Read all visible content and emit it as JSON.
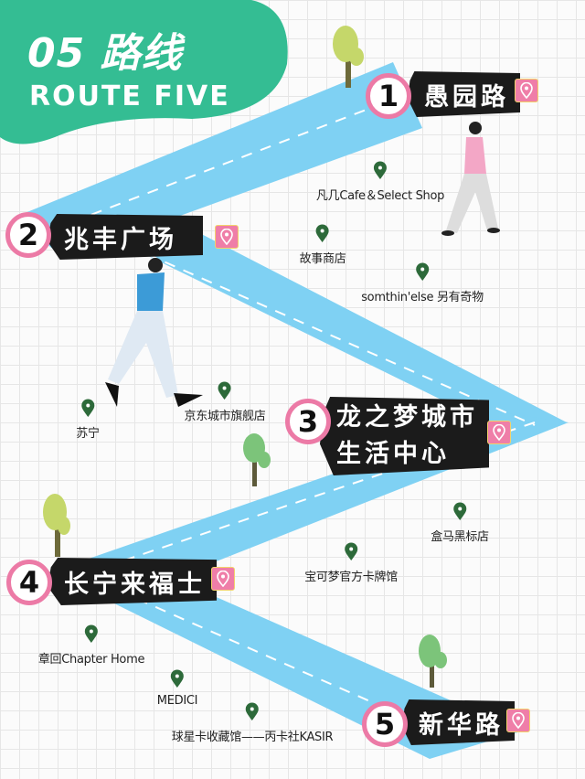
{
  "header": {
    "title": "05 路线",
    "subtitle": "ROUTE FIVE"
  },
  "colors": {
    "header_bg": "#34bd93",
    "road": "#7fd1f3",
    "number_ring": "#ec7aa6",
    "label_bg": "#1b1b1b",
    "poi_pin": "#2d6a3a",
    "stop_pin_bg": "#ef7ea8"
  },
  "stops": [
    {
      "number": "1",
      "name": "愚园路"
    },
    {
      "number": "2",
      "name": "兆丰广场"
    },
    {
      "number": "3",
      "name_line1": "龙之梦城市",
      "name_line2": "生活中心"
    },
    {
      "number": "4",
      "name": "长宁来福士"
    },
    {
      "number": "5",
      "name": "新华路"
    }
  ],
  "pois": [
    {
      "name": "凡几Cafe＆Select Shop"
    },
    {
      "name": "故事商店"
    },
    {
      "name": "somthin'else 另有奇物"
    },
    {
      "name": "京东城市旗舰店"
    },
    {
      "name": "苏宁"
    },
    {
      "name": "盒马黑标店"
    },
    {
      "name": "宝可梦官方卡牌馆"
    },
    {
      "name": "章回Chapter Home"
    },
    {
      "name": "MEDICI"
    },
    {
      "name": "球星卡收藏馆——丙卡社KASIR"
    }
  ]
}
